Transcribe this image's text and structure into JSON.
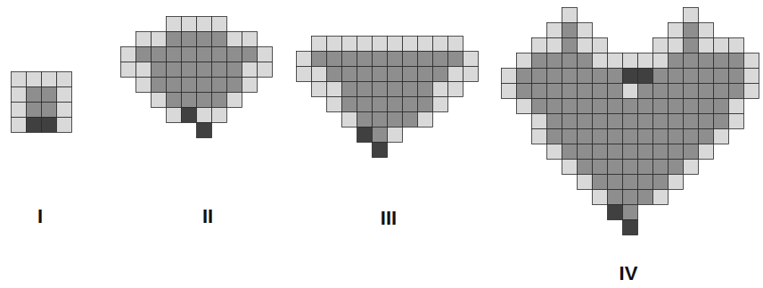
{
  "diagram": {
    "labels": [
      "I",
      "II",
      "III",
      "IV"
    ]
  }
}
